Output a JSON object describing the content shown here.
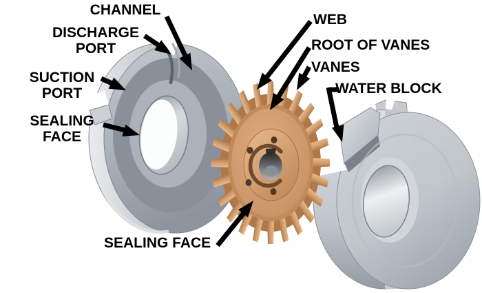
{
  "diagram": {
    "kind": "exploded-view parts diagram",
    "labels": {
      "channel": "CHANNEL",
      "discharge_port": "DISCHARGE\nPORT",
      "suction_port": "SUCTION\nPORT",
      "sealing_face_cover": "SEALING\nFACE",
      "web": "WEB",
      "root_of_vanes": "ROOT OF VANES",
      "vanes": "VANES",
      "water_block": "WATER BLOCK",
      "sealing_face_impeller": "SEALING FACE"
    },
    "parts": [
      {
        "id": "cover-plate",
        "material_color": "#b2b8c0",
        "label_refs": [
          "channel",
          "discharge_port",
          "suction_port",
          "sealing_face_cover"
        ]
      },
      {
        "id": "impeller",
        "material_color": "#d2a171",
        "label_refs": [
          "web",
          "root_of_vanes",
          "vanes",
          "sealing_face_impeller"
        ]
      },
      {
        "id": "body-plate",
        "material_color": "#c3c8cd",
        "label_refs": [
          "water_block"
        ]
      }
    ],
    "colors": {
      "background": "#ffffff",
      "text": "#000000",
      "arrow": "#000000",
      "steel_light": "#dfe2e6",
      "steel_mid": "#b2b8c0",
      "steel_dark": "#8b929c",
      "copper_light": "#eec49a",
      "copper_mid": "#d2a171",
      "copper_dark": "#9c6438"
    }
  }
}
